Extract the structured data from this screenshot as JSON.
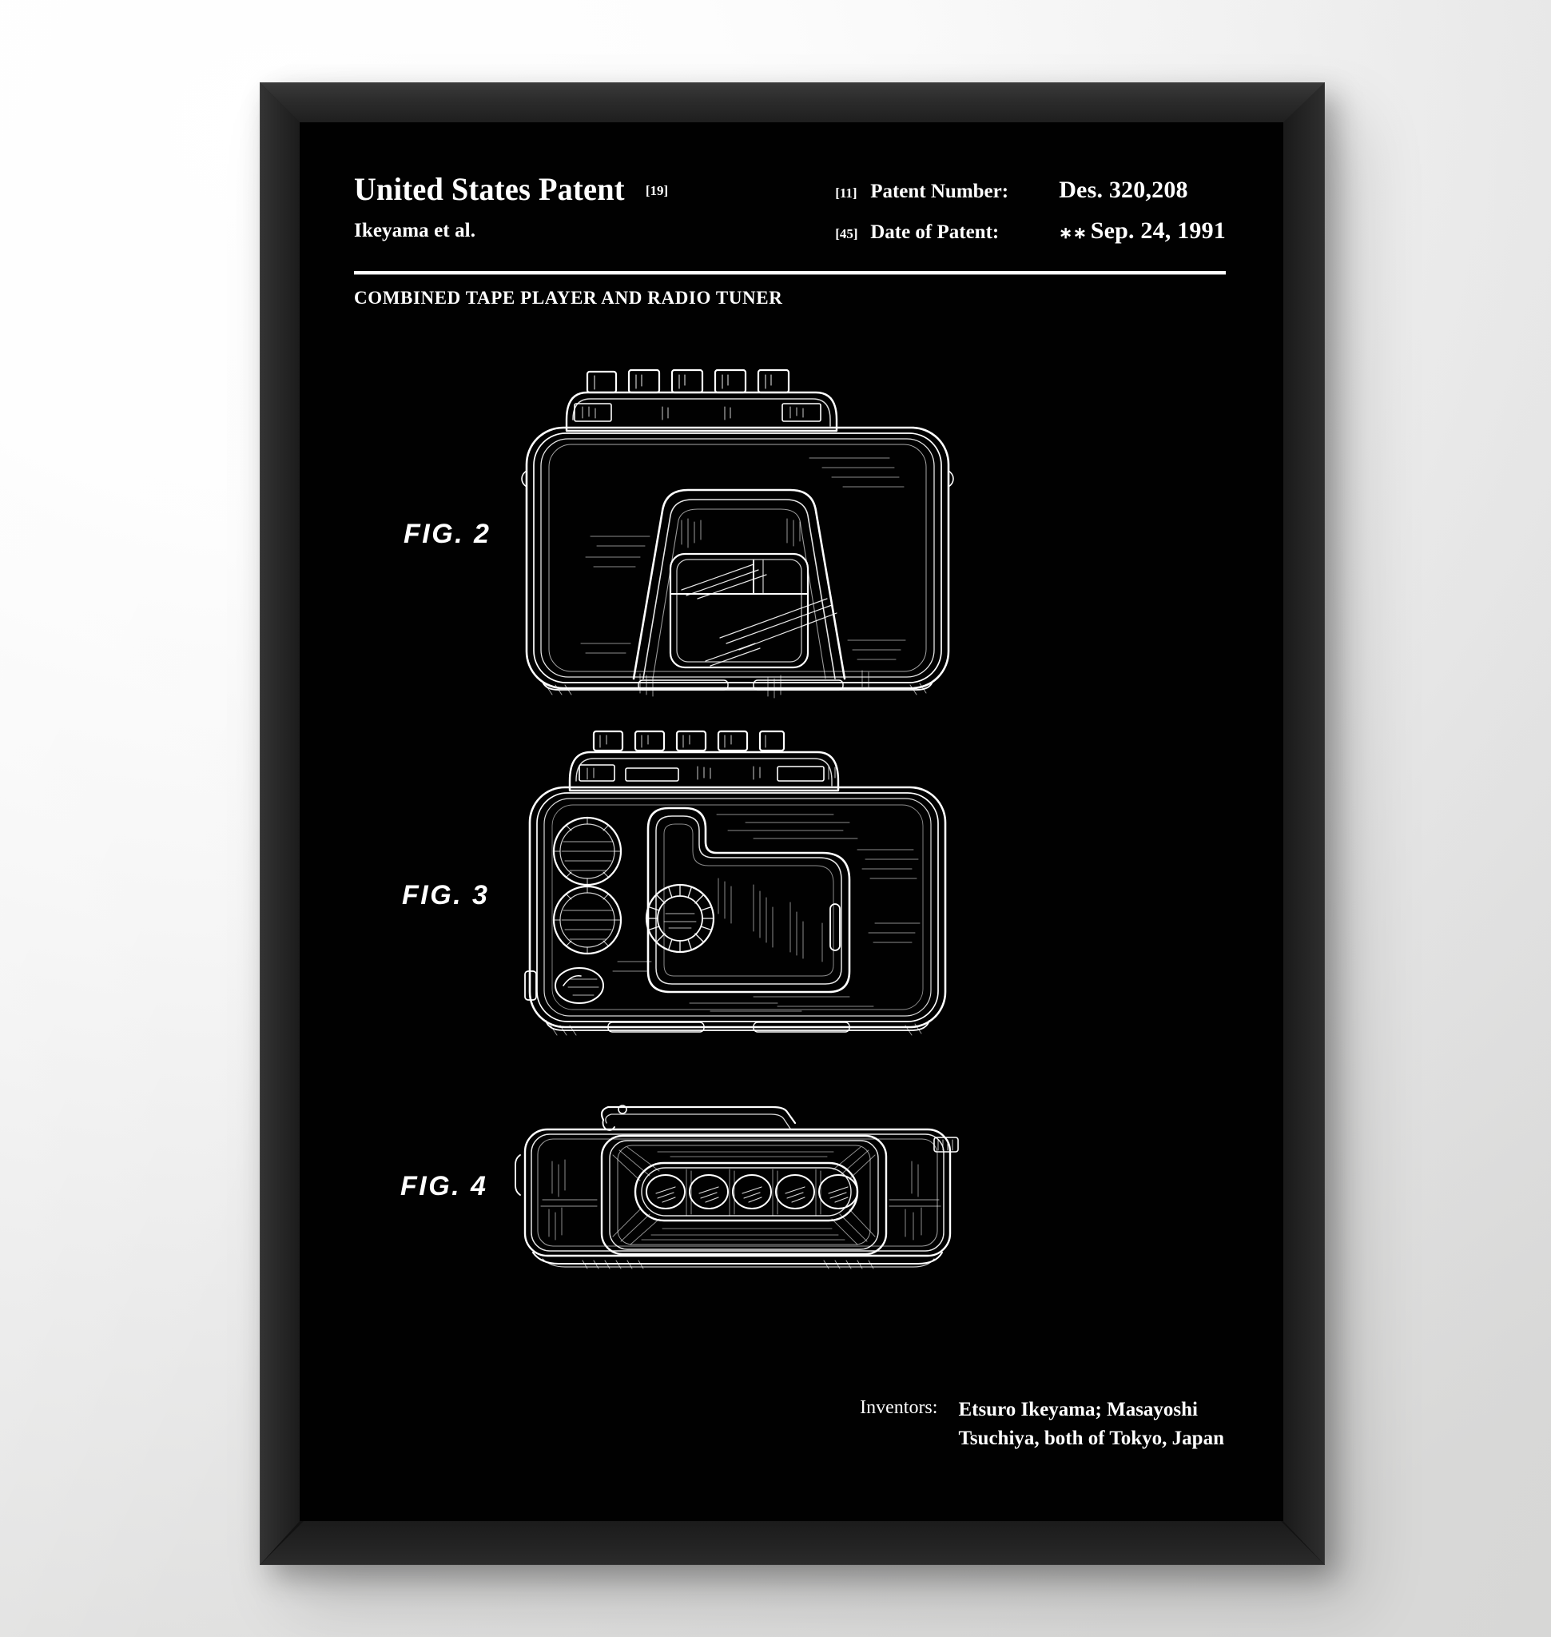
{
  "poster": {
    "background_color": "#010101",
    "ink_color": "#ffffff",
    "frame_color": "#1f1f1f",
    "wall_color": "#ededec"
  },
  "header": {
    "office_title": "United States Patent",
    "office_code": "[19]",
    "applicant": "Ikeyama et al.",
    "patent_number_code": "[11]",
    "patent_number_label": "Patent Number:",
    "patent_number_value": "Des. 320,208",
    "date_code": "[45]",
    "date_label": "Date of Patent:",
    "date_stars": "∗∗",
    "date_value": "Sep. 24, 1991"
  },
  "invention_title": "COMBINED TAPE PLAYER AND RADIO TUNER",
  "figures": [
    {
      "label": "FIG. 2",
      "view": "top-plan-view-with-five-control-buttons-and-trapezoidal-cassette-window"
    },
    {
      "label": "FIG. 3",
      "view": "bottom-plan-view-with-two-round-knobs-tuning-dial-and-cassette-door"
    },
    {
      "label": "FIG. 4",
      "view": "front-elevation-view-with-five-oval-buttons-and-belt-clip"
    }
  ],
  "inventors": {
    "label": "Inventors:",
    "line1": "Etsuro Ikeyama; Masayoshi",
    "line2": "Tsuchiya, both of Tokyo, Japan"
  }
}
